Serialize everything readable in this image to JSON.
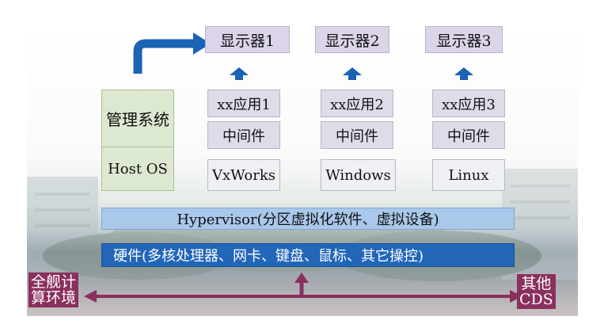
{
  "displays": [
    "显示器1",
    "显示器2",
    "显示器3"
  ],
  "apps": [
    "xx应用1",
    "xx应用2",
    "xx应用3"
  ],
  "middleware": [
    "中间件",
    "中间件",
    "中间件"
  ],
  "guest_os": [
    "VxWorks",
    "Windows",
    "Linux"
  ],
  "management": "管理系统",
  "host_os": "Host OS",
  "hypervisor": "Hypervisor(分区虚拟化软件、虚拟设备)",
  "hardware": "硬件(多核处理器、网卡、键盘、鼠标、其它操控)",
  "left_label": "全舰计\n算环境",
  "right_label": "其他\nCDS",
  "colors": {
    "display_fill": "#dcd5ea",
    "app_fill": "#dcdde8",
    "management_fill": "#dce8d0",
    "hypervisor_fill": "#a9c8ea",
    "hardware_fill": "#2266b8",
    "arrow_blue": "#1a63b5",
    "arrow_magenta": "#8a2f5e"
  }
}
